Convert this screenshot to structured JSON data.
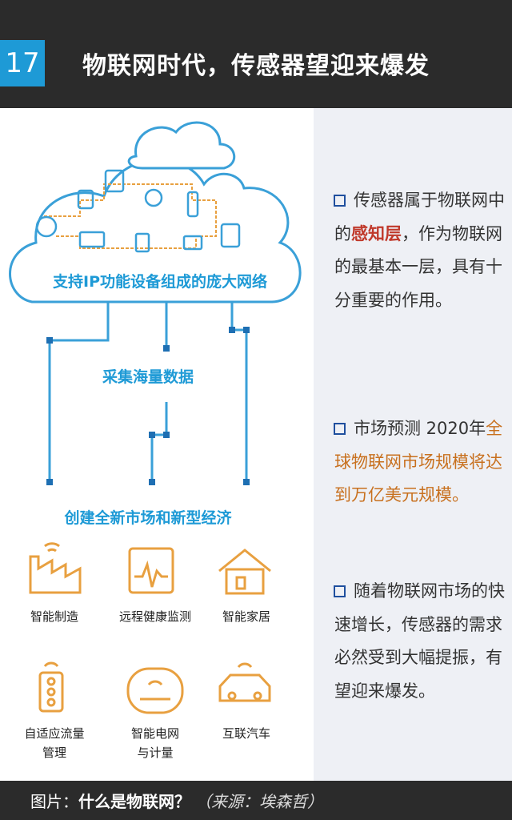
{
  "header": {
    "number": "17",
    "title": "物联网时代，传感器望迎来爆发"
  },
  "illustration": {
    "cloud_label": "支持IP功能设备组成的庞大网络",
    "collect_label": "采集海量数据",
    "create_label": "创建全新市场和新型经济",
    "apps": [
      {
        "label": "智能制造",
        "icon": "factory-icon"
      },
      {
        "label": "远程健康监测",
        "icon": "heart-monitor-icon"
      },
      {
        "label": "智能家居",
        "icon": "smart-home-icon"
      },
      {
        "label_line1": "自适应流量",
        "label_line2": "管理",
        "icon": "traffic-light-icon"
      },
      {
        "label_line1": "智能电网",
        "label_line2": "与计量",
        "icon": "smart-meter-icon"
      },
      {
        "label": "互联汽车",
        "icon": "connected-car-icon"
      }
    ]
  },
  "panel": {
    "bullet1": {
      "pre": "传感器属于物联网中的",
      "highlight": "感知层",
      "post": "，作为物联网的最基本一层，具有十分重要的作用。"
    },
    "bullet2": {
      "pre": "市场预测 2020年",
      "highlight": "全球物联网市场规模将达到万亿美元规模。"
    },
    "bullet3": {
      "text": "随着物联网市场的快速增长，传感器的需求必然受到大幅提振，有望迎来爆发。"
    }
  },
  "footer": {
    "prefix": "图片：",
    "title": "什么是物联网？",
    "source": "（来源：埃森哲）"
  },
  "colors": {
    "header_bg": "#2b2b2b",
    "accent_blue": "#1e9ad6",
    "line_blue": "#3aa0d8",
    "icon_orange": "#e8a040",
    "panel_bg": "#eef0f5",
    "bullet_square": "#1f4f9e",
    "highlight_red": "#c0392b",
    "highlight_orange": "#c8701e"
  }
}
